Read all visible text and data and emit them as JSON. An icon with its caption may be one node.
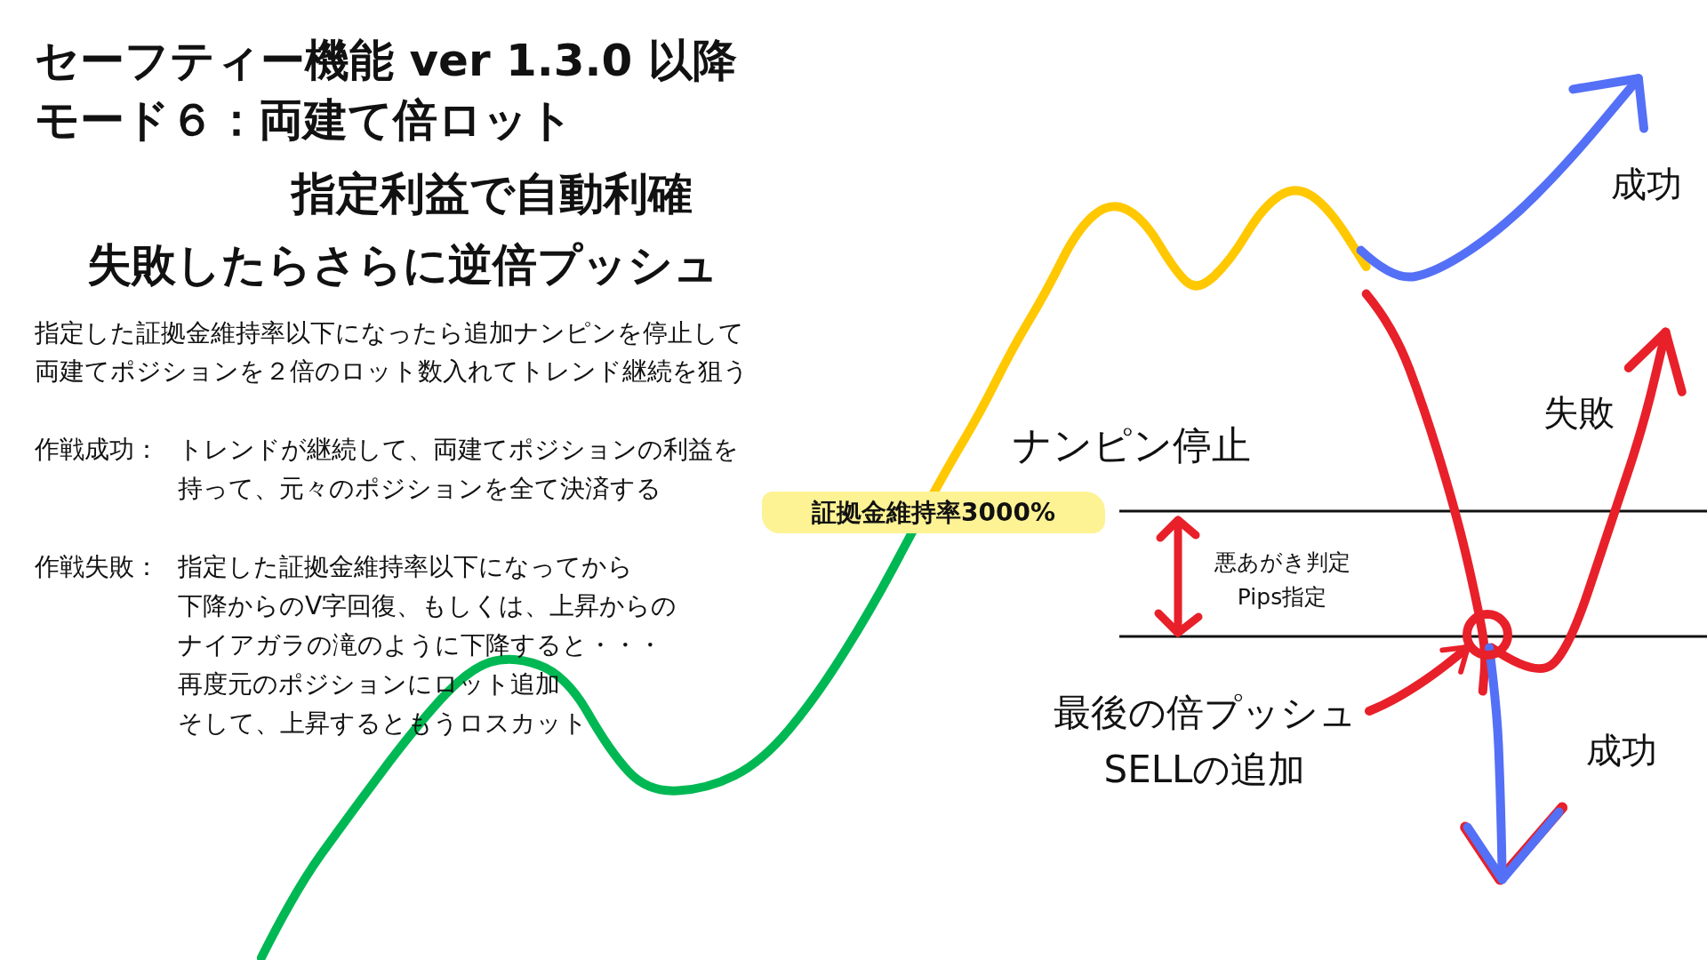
{
  "diagram": {
    "title": "セーフティー機能  ver 1.3.0 以降",
    "nodes": [
      {
        "text": [
          "証拠金維持率3000%"
        ]
      },
      {
        "text": [
          "最後の倍プッシュ SELLの追加"
        ]
      },
      {
        "text": [],
        "shape": "circle"
      }
    ],
    "edges": [
      {
        "from": 1,
        "to": 2,
        "arrow": "to",
        "color": "#e8202a"
      }
    ],
    "labels": [
      "モード６：両建て倍ロット",
      "指定利益で自動利確",
      "失敗したらさらに逆倍プッシュ",
      "指定した証拠金維持率以下になったら追加ナンピンを停止して",
      "両建てポジションを２倍のロット数入れてトレンド継続を狙う",
      "作戦成功：",
      "トレンドが継続して、両建てポジションの利益を",
      "持って、元々のポジションを全て決済する",
      "作戦失敗：",
      "指定した証拠金維持率以下になってから",
      "下降からのV字回復、もしくは、上昇からの",
      "ナイアガラの滝のように下降すると・・・",
      "再度元のポジションにロット追加",
      "そして、上昇するともうロスカット",
      "ナンピン停止",
      "悪あがき判定",
      "Pips指定",
      "成功",
      "失敗",
      "成功"
    ]
  }
}
